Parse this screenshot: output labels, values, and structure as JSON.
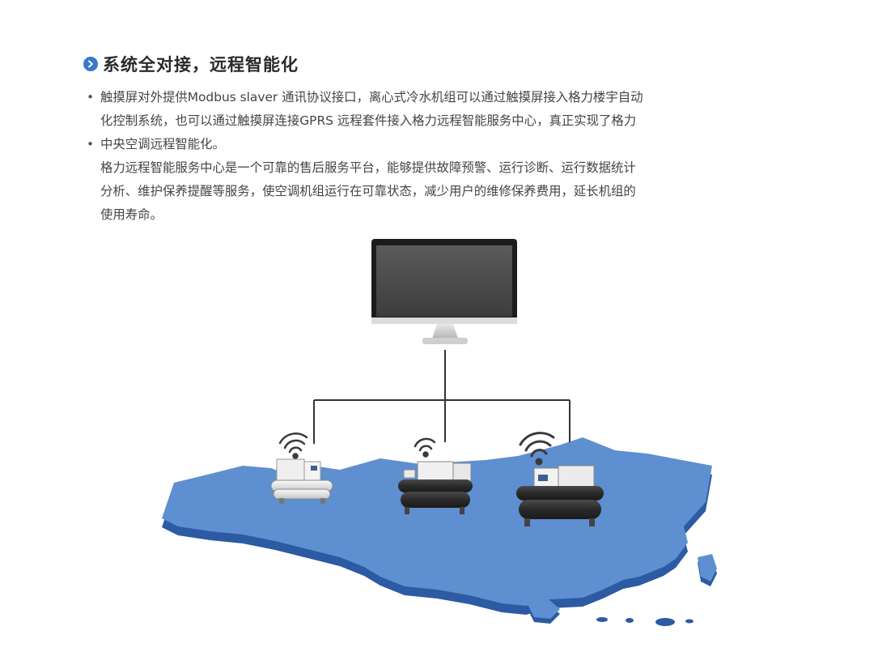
{
  "section": {
    "title": "系统全对接，远程智能化",
    "icon": "chevron-right-icon",
    "accent": "#3a78c9"
  },
  "paragraphs": [
    {
      "bullet": "•",
      "lines": [
        "触摸屏对外提供Modbus slaver 通讯协议接口，离心式冷水机组可以通过触摸屏接入格力楼宇自动",
        "化控制系统，也可以通过触摸屏连接GPRS 远程套件接入格力远程智能服务中心，真正实现了格力"
      ]
    },
    {
      "bullet": "•",
      "lines": [
        "中央空调远程智能化。",
        "格力远程智能服务中心是一个可靠的售后服务平台，能够提供故障预警、运行诊断、运行数据统计",
        "分析、维护保养提醒等服务，使空调机组运行在可靠状态，减少用户的维修保养费用，延长机组的",
        "使用寿命。"
      ]
    }
  ],
  "diagram": {
    "monitor_icon": "monitor-icon",
    "wifi_icon": "wifi-signal-icon",
    "chiller_icon": "chiller-unit-icon",
    "map_icon": "china-map-icon",
    "map_color": "#5e8fd0",
    "map_edge_color": "#2c5aa3"
  }
}
